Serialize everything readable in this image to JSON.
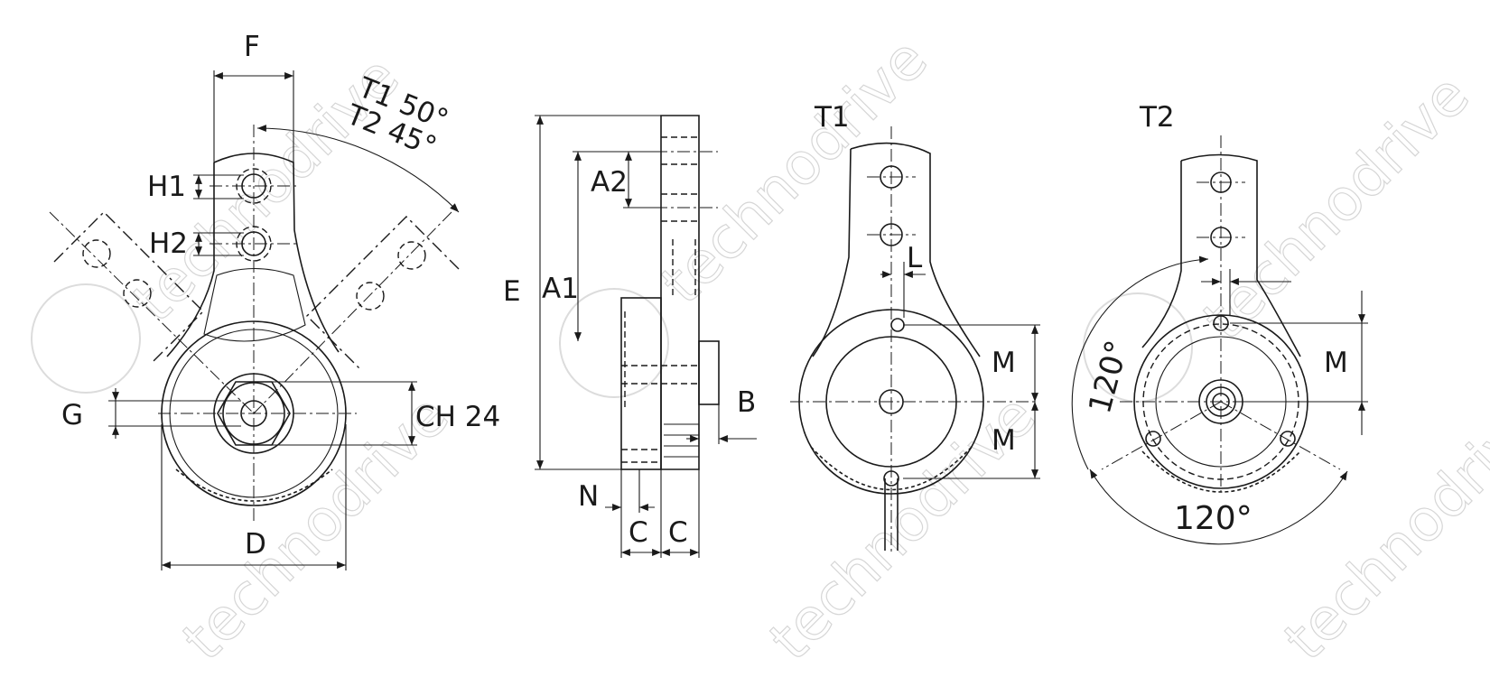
{
  "watermark": "technodrive",
  "labels": {
    "F": "F",
    "T1_angle": "T1 50°",
    "T2_angle": "T2 45°",
    "H1": "H1",
    "H2": "H2",
    "G": "G",
    "CH": "CH 24",
    "D": "D",
    "E": "E",
    "A1": "A1",
    "A2": "A2",
    "B": "B",
    "N": "N",
    "C1": "C",
    "C2": "C",
    "view_T1": "T1",
    "view_T2": "T2",
    "L": "L",
    "M1": "M",
    "M2": "M",
    "M3": "M",
    "angle_120": "120°",
    "angle_left": "120°"
  },
  "colors": {
    "line": "#1a1a1a",
    "watermark": "#d6d6d6",
    "background": "#ffffff"
  }
}
